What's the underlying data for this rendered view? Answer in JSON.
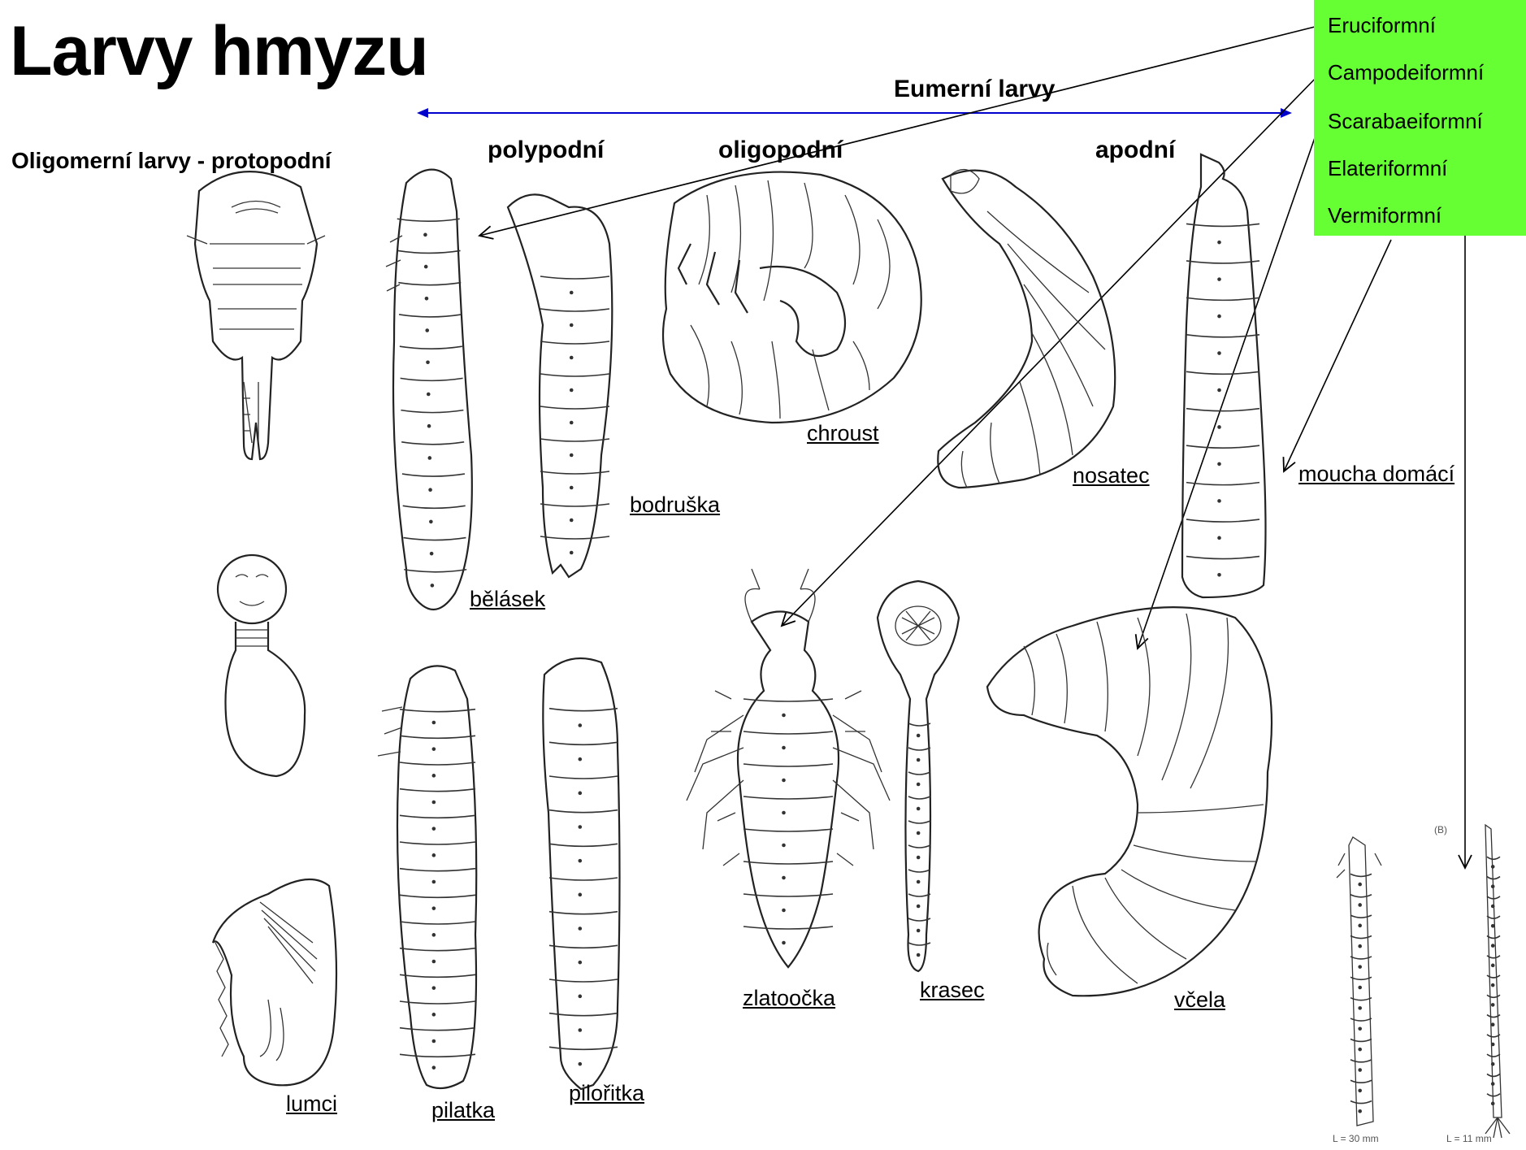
{
  "title": "Larvy hmyzu",
  "headings": {
    "eumerni": "Eumerní larvy",
    "oligomerni": "Oligomerní larvy - protopodní",
    "polypodni": "polypodní",
    "oligopodni": "oligopodní",
    "apodni": "apodní"
  },
  "legend": {
    "items": [
      "Eruciformní",
      "Campodeiformní",
      "Scarabaeiformní",
      "Elateriformní",
      "Vermiformní"
    ],
    "background": "#66ff33"
  },
  "labels": {
    "chroust": "chroust",
    "nosatec": "nosatec",
    "moucha": "moucha domácí",
    "bodruska": "bodruška",
    "belasek": "bělásek",
    "zlatoocka": "zlatoočka",
    "krasec": "krasec",
    "vcela": "včela",
    "lumci": "lumci",
    "pilatka": "pilatka",
    "pilioritka": "pilořitka"
  },
  "scale_labels": {
    "left": "L = 30 mm",
    "right": "L = 11 mm",
    "panel": "(B)"
  },
  "colors": {
    "arrow_double": "#0000cc",
    "pointer": "#000000"
  }
}
